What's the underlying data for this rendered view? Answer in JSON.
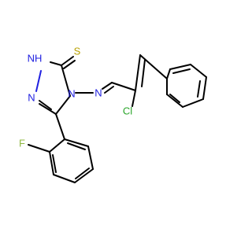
{
  "molecule": {
    "labels": {
      "S": "S",
      "NH": "NH",
      "N_ring": "N",
      "N4": "N",
      "N_imine": "N",
      "Cl": "Cl",
      "F": "F"
    },
    "colors": {
      "bond": "#000000",
      "nitrogen": "#2020e0",
      "sulfur": "#b8a000",
      "chlorine": "#2aa52a",
      "fluorine": "#8fb842"
    }
  }
}
